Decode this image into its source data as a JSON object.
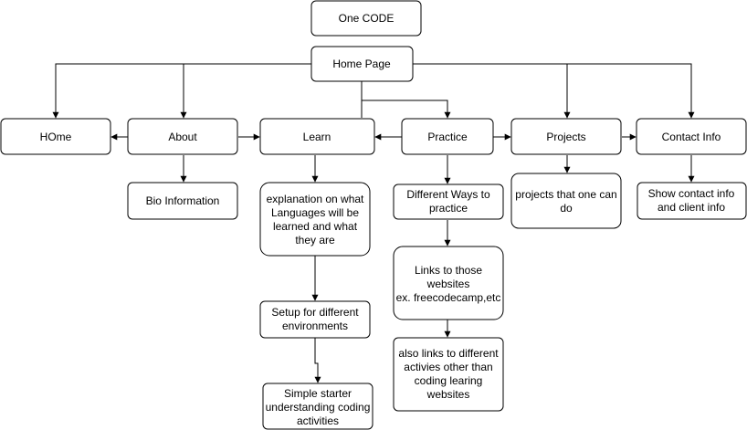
{
  "nodes": {
    "one_code": [
      "One CODE"
    ],
    "home_page": [
      "Home Page"
    ],
    "home": [
      "HOme"
    ],
    "about": [
      "About"
    ],
    "learn": [
      "Learn"
    ],
    "practice": [
      "Practice"
    ],
    "projects": [
      "Projects"
    ],
    "contact_info": [
      "Contact Info"
    ],
    "bio_information": [
      "Bio Information"
    ],
    "explanation": [
      "explanation on what",
      "Languages  will be",
      "learned and what",
      "they are"
    ],
    "different_ways": [
      "Different Ways to",
      "practice"
    ],
    "projects_desc": [
      "projects that one can",
      "do"
    ],
    "show_contact": [
      "Show contact info",
      "and client info"
    ],
    "links_websites": [
      "Links to those",
      "websites",
      "ex. freecodecamp,etc"
    ],
    "setup_env": [
      "Setup for different",
      "environments"
    ],
    "also_links": [
      "also links to different",
      "activies other than",
      "coding learing",
      "websites"
    ],
    "starter_activities": [
      "Simple starter",
      "understanding coding",
      "activities"
    ]
  }
}
